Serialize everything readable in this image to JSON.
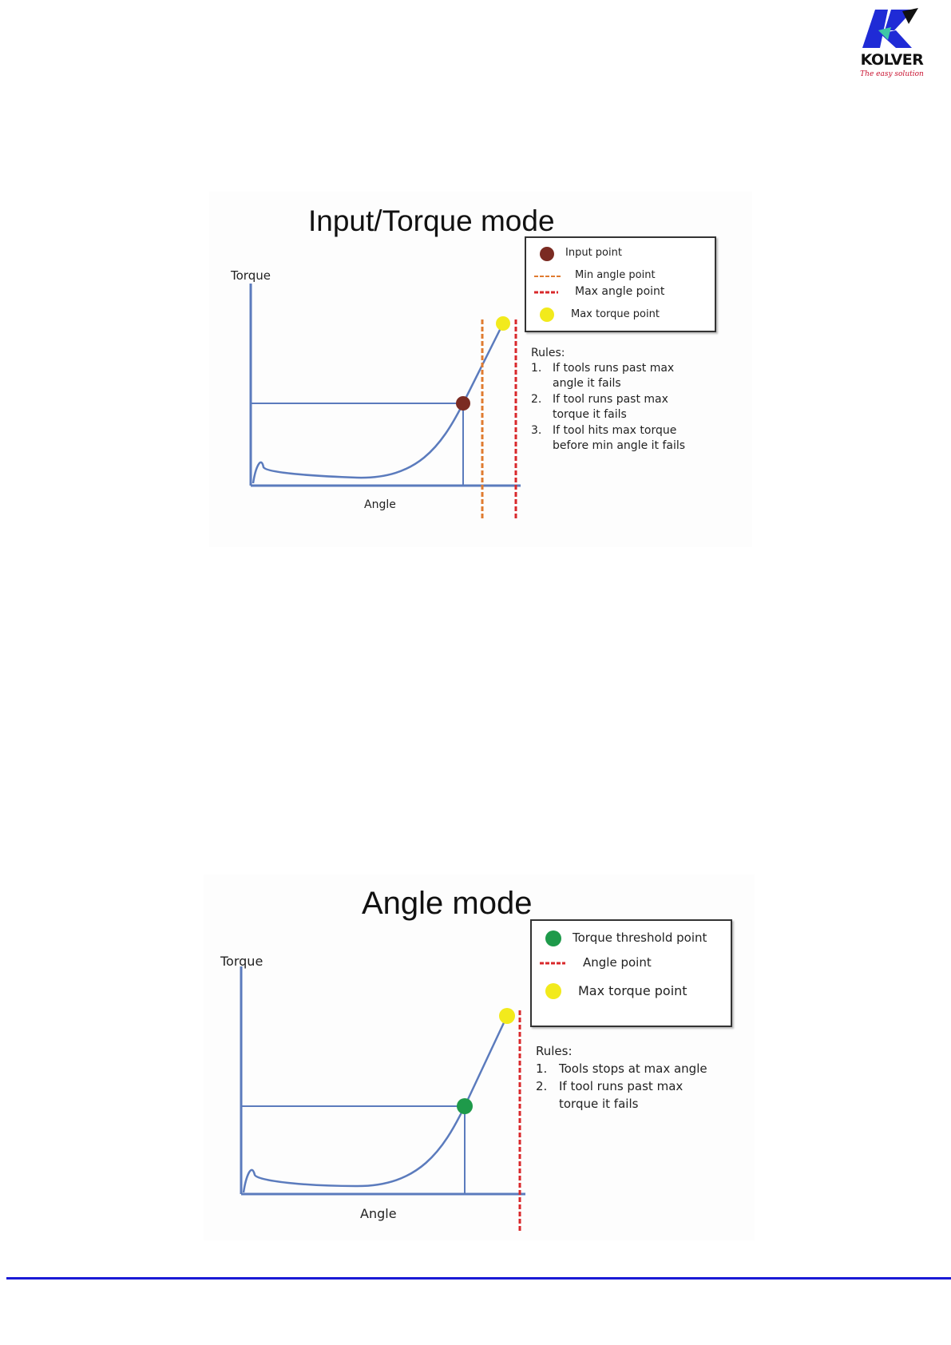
{
  "header": {
    "brand": "KOLVER",
    "tagline": "The easy solution"
  },
  "figure1": {
    "title": "Input/Torque mode",
    "y_label": "Torque",
    "x_label": "Angle",
    "legend": [
      {
        "label": "Input point",
        "marker": "brown-dot",
        "color": "#7b2b22"
      },
      {
        "label": "Min angle point",
        "marker": "orange-dash",
        "color": "#e07b30"
      },
      {
        "label": "Max angle point",
        "marker": "red-dash",
        "color": "#d9282b"
      },
      {
        "label": "Max torque point",
        "marker": "yellow-dot",
        "color": "#f2ea1c"
      }
    ],
    "rules_heading": "Rules:",
    "rules": [
      {
        "num": "1.",
        "lines": [
          "If tools runs past max",
          "angle it fails"
        ]
      },
      {
        "num": "2.",
        "lines": [
          "If tool runs past max",
          "torque it fails"
        ]
      },
      {
        "num": "3.",
        "lines": [
          "If tool hits max torque",
          "before min angle it fails"
        ]
      }
    ]
  },
  "figure2": {
    "title": "Angle mode",
    "y_label": "Torque",
    "x_label": "Angle",
    "legend": [
      {
        "label": "Torque threshold point",
        "marker": "green-dot",
        "color": "#1e9a4a"
      },
      {
        "label": "Angle point",
        "marker": "red-dash",
        "color": "#d9282b"
      },
      {
        "label": "Max torque point",
        "marker": "yellow-dot",
        "color": "#f2ea1c"
      }
    ],
    "rules_heading": "Rules:",
    "rules": [
      {
        "num": "1.",
        "lines": [
          "Tools stops at max angle"
        ]
      },
      {
        "num": "2.",
        "lines": [
          "If tool runs past max",
          "torque it fails"
        ]
      }
    ]
  },
  "colors": {
    "axis": "#5b7bbd",
    "footer_rule": "#1a1ad6"
  }
}
